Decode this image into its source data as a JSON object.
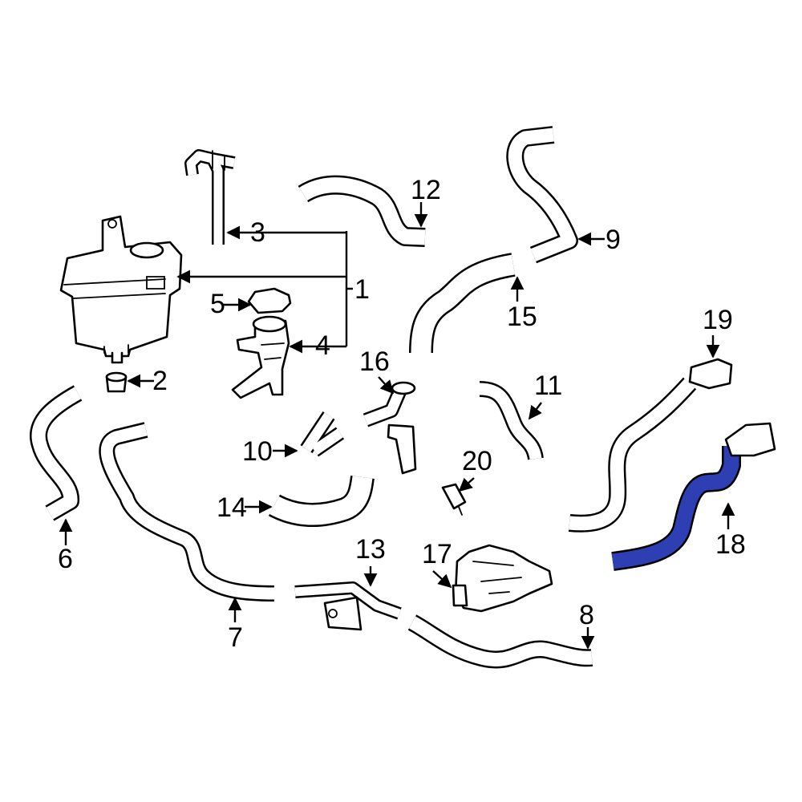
{
  "diagram": {
    "highlight_color": "#2d3fb3",
    "callouts": [
      {
        "id": "1",
        "text": "1"
      },
      {
        "id": "2",
        "text": "2"
      },
      {
        "id": "3",
        "text": "3"
      },
      {
        "id": "4",
        "text": "4"
      },
      {
        "id": "5",
        "text": "5"
      },
      {
        "id": "6",
        "text": "6"
      },
      {
        "id": "7",
        "text": "7"
      },
      {
        "id": "8",
        "text": "8"
      },
      {
        "id": "9",
        "text": "9"
      },
      {
        "id": "10",
        "text": "10"
      },
      {
        "id": "11",
        "text": "11"
      },
      {
        "id": "12",
        "text": "12"
      },
      {
        "id": "13",
        "text": "13"
      },
      {
        "id": "14",
        "text": "14"
      },
      {
        "id": "15",
        "text": "15"
      },
      {
        "id": "16",
        "text": "16"
      },
      {
        "id": "17",
        "text": "17"
      },
      {
        "id": "18",
        "text": "18"
      },
      {
        "id": "19",
        "text": "19"
      },
      {
        "id": "20",
        "text": "20"
      }
    ],
    "highlighted_part": "18"
  }
}
